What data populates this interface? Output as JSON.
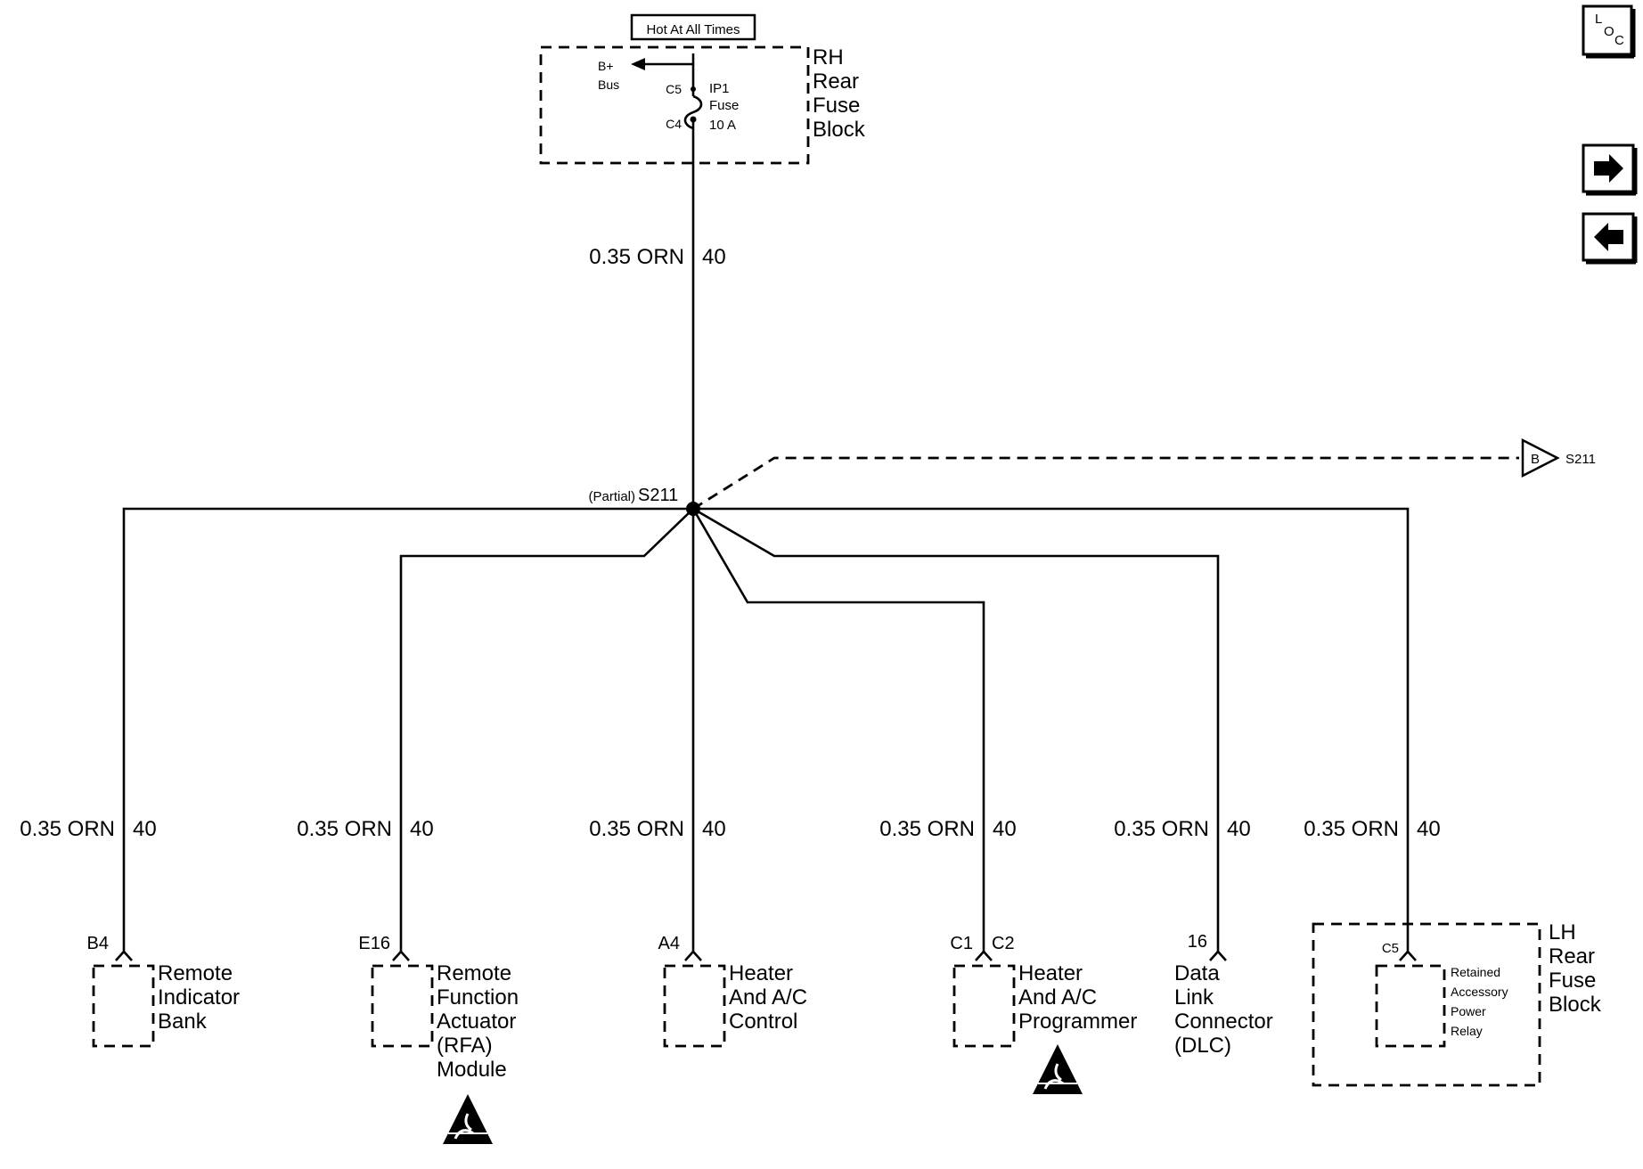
{
  "fuse_block_rh": {
    "header": "Hot At All Times",
    "b_plus": "B+",
    "bus": "Bus",
    "pin_top": "C5",
    "pin_bottom": "C4",
    "fuse_name": "IP1",
    "fuse_word": "Fuse",
    "fuse_rating": "10 A",
    "label": [
      "RH",
      "Rear",
      "Fuse",
      "Block"
    ]
  },
  "nav": {
    "loc_l": "L",
    "loc_o": "O",
    "loc_c": "C",
    "next_icon": "arrow-right-icon",
    "prev_icon": "arrow-left-icon"
  },
  "main_wire": {
    "gauge": "0.35 ORN",
    "circuit": "40"
  },
  "splice": {
    "partial": "(Partial)",
    "name": "S211"
  },
  "offpage": {
    "letter": "B",
    "name": "S211"
  },
  "branches": [
    {
      "gauge": "0.35 ORN",
      "circuit": "40",
      "pin": "B4",
      "lines": [
        "Remote",
        "Indicator",
        "Bank"
      ],
      "esd": false
    },
    {
      "gauge": "0.35 ORN",
      "circuit": "40",
      "pin": "E16",
      "lines": [
        "Remote",
        "Function",
        "Actuator",
        "(RFA)",
        "Module"
      ],
      "esd": true
    },
    {
      "gauge": "0.35 ORN",
      "circuit": "40",
      "pin": "A4",
      "lines": [
        "Heater",
        "And A/C",
        "Control"
      ],
      "esd": false
    },
    {
      "gauge": "0.35 ORN",
      "circuit": "40",
      "pin": "C1",
      "pin2": "C2",
      "lines": [
        "Heater",
        "And A/C",
        "Programmer"
      ],
      "esd": true
    },
    {
      "gauge": "0.35 ORN",
      "circuit": "40",
      "pin": "16",
      "lines": [
        "Data",
        "Link",
        "Connector",
        "(DLC)"
      ],
      "esd": false
    },
    {
      "gauge": "0.35 ORN",
      "circuit": "40",
      "pin": "C5",
      "lines": [
        "Retained",
        "Accessory",
        "Power",
        "Relay"
      ],
      "esd": false,
      "outer": [
        "LH",
        "Rear",
        "Fuse",
        "Block"
      ]
    }
  ],
  "colors": {
    "ink": "#000000",
    "background": "#ffffff"
  }
}
